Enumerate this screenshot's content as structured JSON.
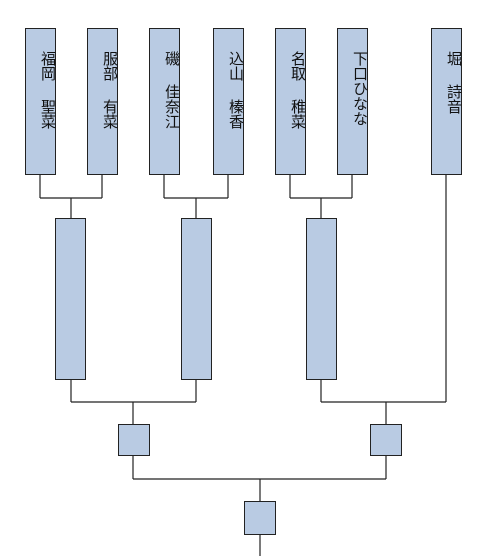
{
  "colors": {
    "box_fill": "#b9cbe3",
    "line": "#222222",
    "background": "#ffffff"
  },
  "players": [
    {
      "name": "福岡 聖菜"
    },
    {
      "name": "服部 有菜"
    },
    {
      "name": "磯 佳奈江"
    },
    {
      "name": "込山 榛香"
    },
    {
      "name": "名取 稚菜"
    },
    {
      "name": "下口ひなな"
    },
    {
      "name": "堀 詩音"
    }
  ]
}
